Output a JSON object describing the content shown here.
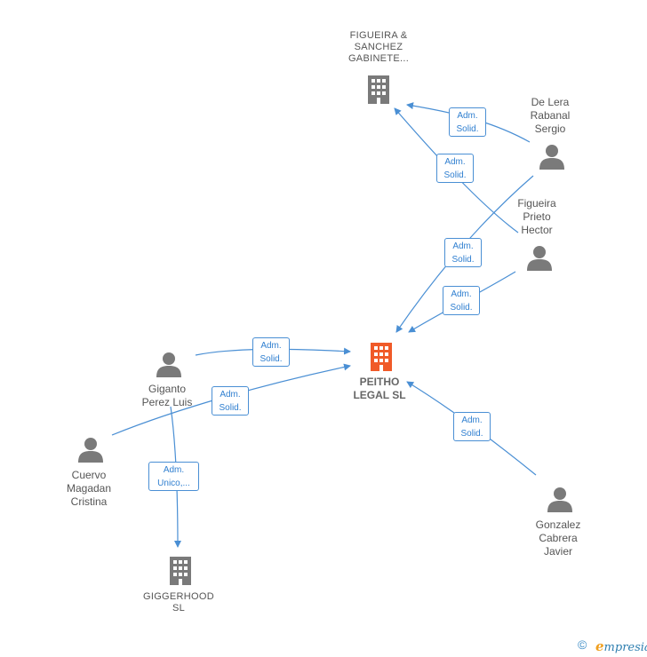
{
  "graph": {
    "main_company": {
      "label": "PEITHO\nLEGAL  SL",
      "color": "#f05a28"
    },
    "companies": [
      {
        "id": "figueira",
        "label": "FIGUEIRA &\nSANCHEZ\nGABINETE..."
      },
      {
        "id": "giggerhood",
        "label": "GIGGERHOOD\nSL"
      }
    ],
    "people": [
      {
        "id": "delera",
        "label": "De Lera\nRabanal\nSergio"
      },
      {
        "id": "figueira_prieto",
        "label": "Figueira\nPrieto\nHector"
      },
      {
        "id": "giganto",
        "label": "Giganto\nPerez Luis"
      },
      {
        "id": "cuervo",
        "label": "Cuervo\nMagadan\nCristina"
      },
      {
        "id": "gonzalez",
        "label": "Gonzalez\nCabrera\nJavier"
      }
    ],
    "relations": [
      {
        "id": "r1",
        "label": "Adm.\nSolid."
      },
      {
        "id": "r2",
        "label": "Adm.\nSolid."
      },
      {
        "id": "r3",
        "label": "Adm.\nSolid."
      },
      {
        "id": "r4",
        "label": "Adm.\nSolid."
      },
      {
        "id": "r5",
        "label": "Adm.\nSolid."
      },
      {
        "id": "r6",
        "label": "Adm.\nSolid."
      },
      {
        "id": "r7",
        "label": "Adm.\nSolid."
      },
      {
        "id": "r8",
        "label": "Adm.\nUnico,..."
      }
    ]
  },
  "colors": {
    "edge": "#4a8fd4",
    "node_gray": "#7a7a7a",
    "accent": "#f05a28"
  },
  "footer": {
    "copyright": "©",
    "brand_first": "e",
    "brand_rest": "mpresia"
  }
}
